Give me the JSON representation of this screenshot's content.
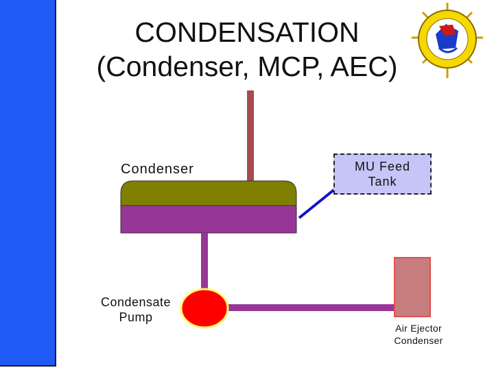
{
  "title": {
    "line1": "CONDENSATION",
    "line2": "(Condenser, MCP, AEC)"
  },
  "components": {
    "condenser_label": "Condenser",
    "mu_tank_line1": "MU Feed",
    "mu_tank_line2": "Tank",
    "pump_line1": "Condensate",
    "pump_line2": "Pump",
    "aec_line1": "Air Ejector",
    "aec_line2": "Condenser"
  },
  "icons": {
    "logo": "ship-crest-emblem-icon"
  },
  "colors": {
    "side_bar": "#1f5af5",
    "steam_pipe": "#a84a50",
    "condenser_top": "#7f7f00",
    "condenser_bottom": "#973697",
    "condensate_pipe": "#973697",
    "pump": "#ff0000",
    "pump_outline": "#ffff66",
    "aec_box": "#c77d7d",
    "mu_line": "#1010c8",
    "mu_tank": "#c5c5f7"
  }
}
